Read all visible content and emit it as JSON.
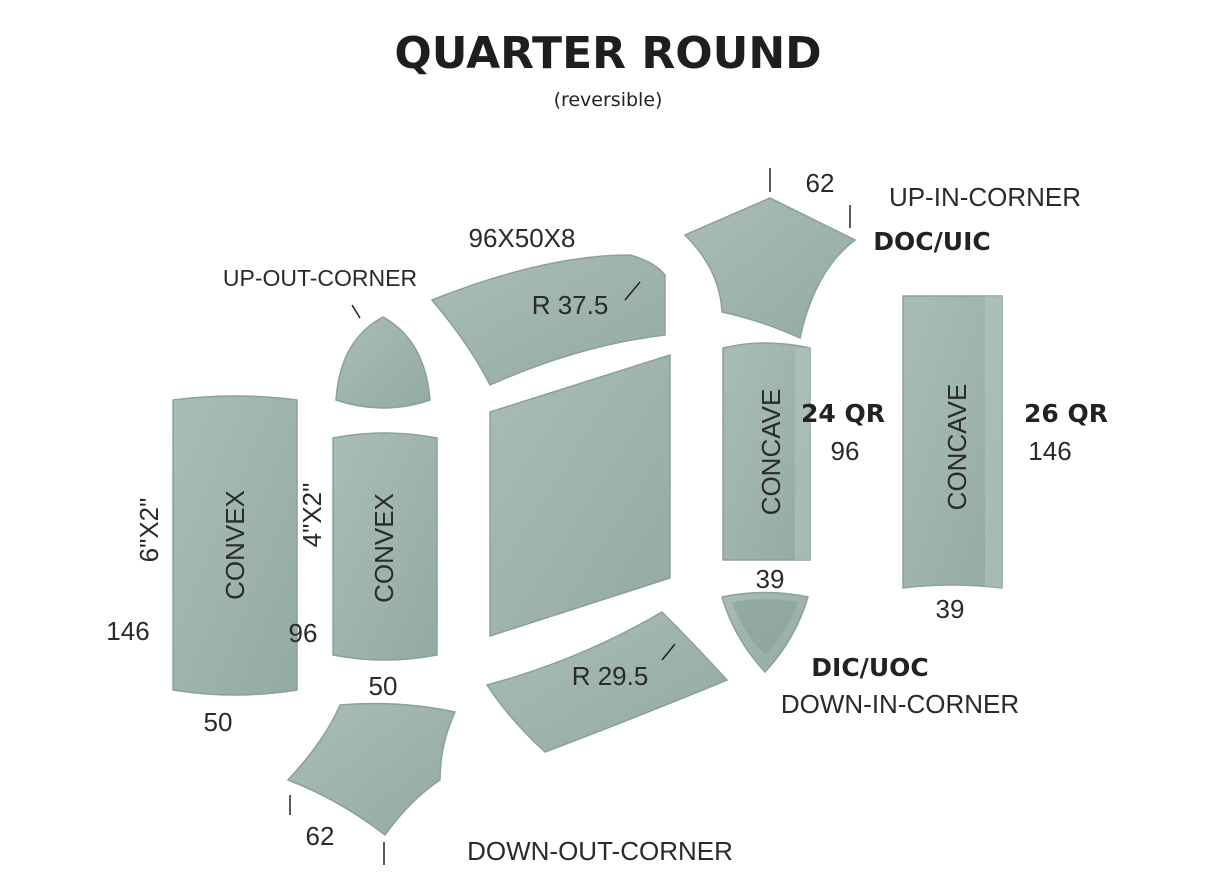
{
  "title": "QUARTER ROUND",
  "subtitle": "(reversible)",
  "tile_color": "#9fb5ae",
  "pieces": {
    "convex_6x2": {
      "name": "CONVEX",
      "size": "6\"X2\"",
      "length": "146",
      "width": "50"
    },
    "convex_4x2": {
      "name": "CONVEX",
      "size": "4\"X2\"",
      "length": "96",
      "width": "50"
    },
    "up_out_corner": {
      "label": "UP-OUT-CORNER"
    },
    "top_bar": {
      "size": "96X50X8",
      "radius": "R 37.5"
    },
    "bottom_bar": {
      "radius": "R 29.5"
    },
    "down_out_corner": {
      "label": "DOWN-OUT-CORNER",
      "size": "62"
    },
    "up_in_corner": {
      "label": "UP-IN-CORNER",
      "code": "DOC/UIC",
      "size": "62"
    },
    "concave_24": {
      "name": "CONCAVE",
      "code": "24 QR",
      "length": "96",
      "width": "39"
    },
    "concave_26": {
      "name": "CONCAVE",
      "code": "26 QR",
      "length": "146",
      "width": "39"
    },
    "down_in_corner": {
      "label": "DOWN-IN-CORNER",
      "code": "DIC/UOC"
    }
  }
}
